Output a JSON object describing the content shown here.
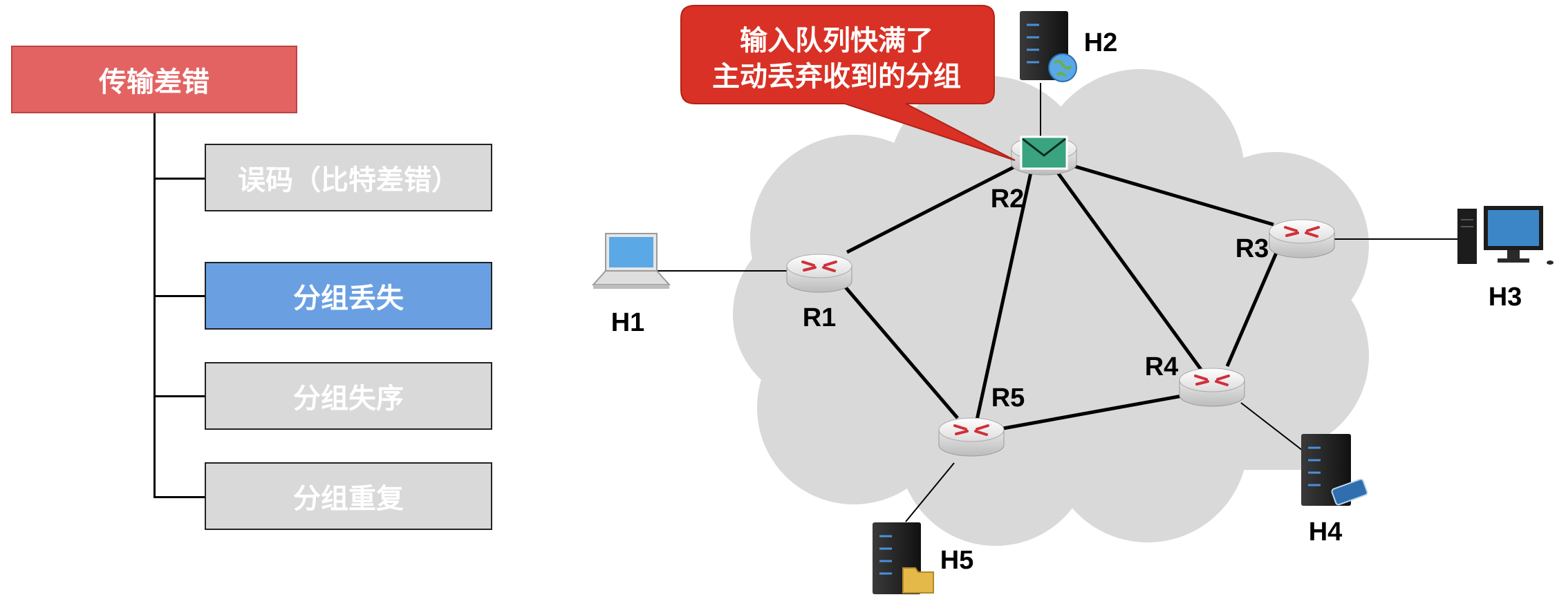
{
  "tree": {
    "root_label": "传输差错",
    "items": [
      {
        "label": "误码（比特差错）",
        "active": false
      },
      {
        "label": "分组丢失",
        "active": true
      },
      {
        "label": "分组失序",
        "active": false
      },
      {
        "label": "分组重复",
        "active": false
      }
    ]
  },
  "callout": {
    "line1": "输入队列快满了",
    "line2": "主动丢弃收到的分组"
  },
  "routers": {
    "r1": "R1",
    "r2": "R2",
    "r3": "R3",
    "r4": "R4",
    "r5": "R5"
  },
  "hosts": {
    "h1": "H1",
    "h2": "H2",
    "h3": "H3",
    "h4": "H4",
    "h5": "H5"
  },
  "colors": {
    "root_fill": "#e36363",
    "active_fill": "#6aa0e2",
    "inactive_fill": "#d9d9d9",
    "callout_fill": "#d93125",
    "cloud_fill": "#d9d9d9",
    "envelope_fill": "#3aa37f"
  }
}
